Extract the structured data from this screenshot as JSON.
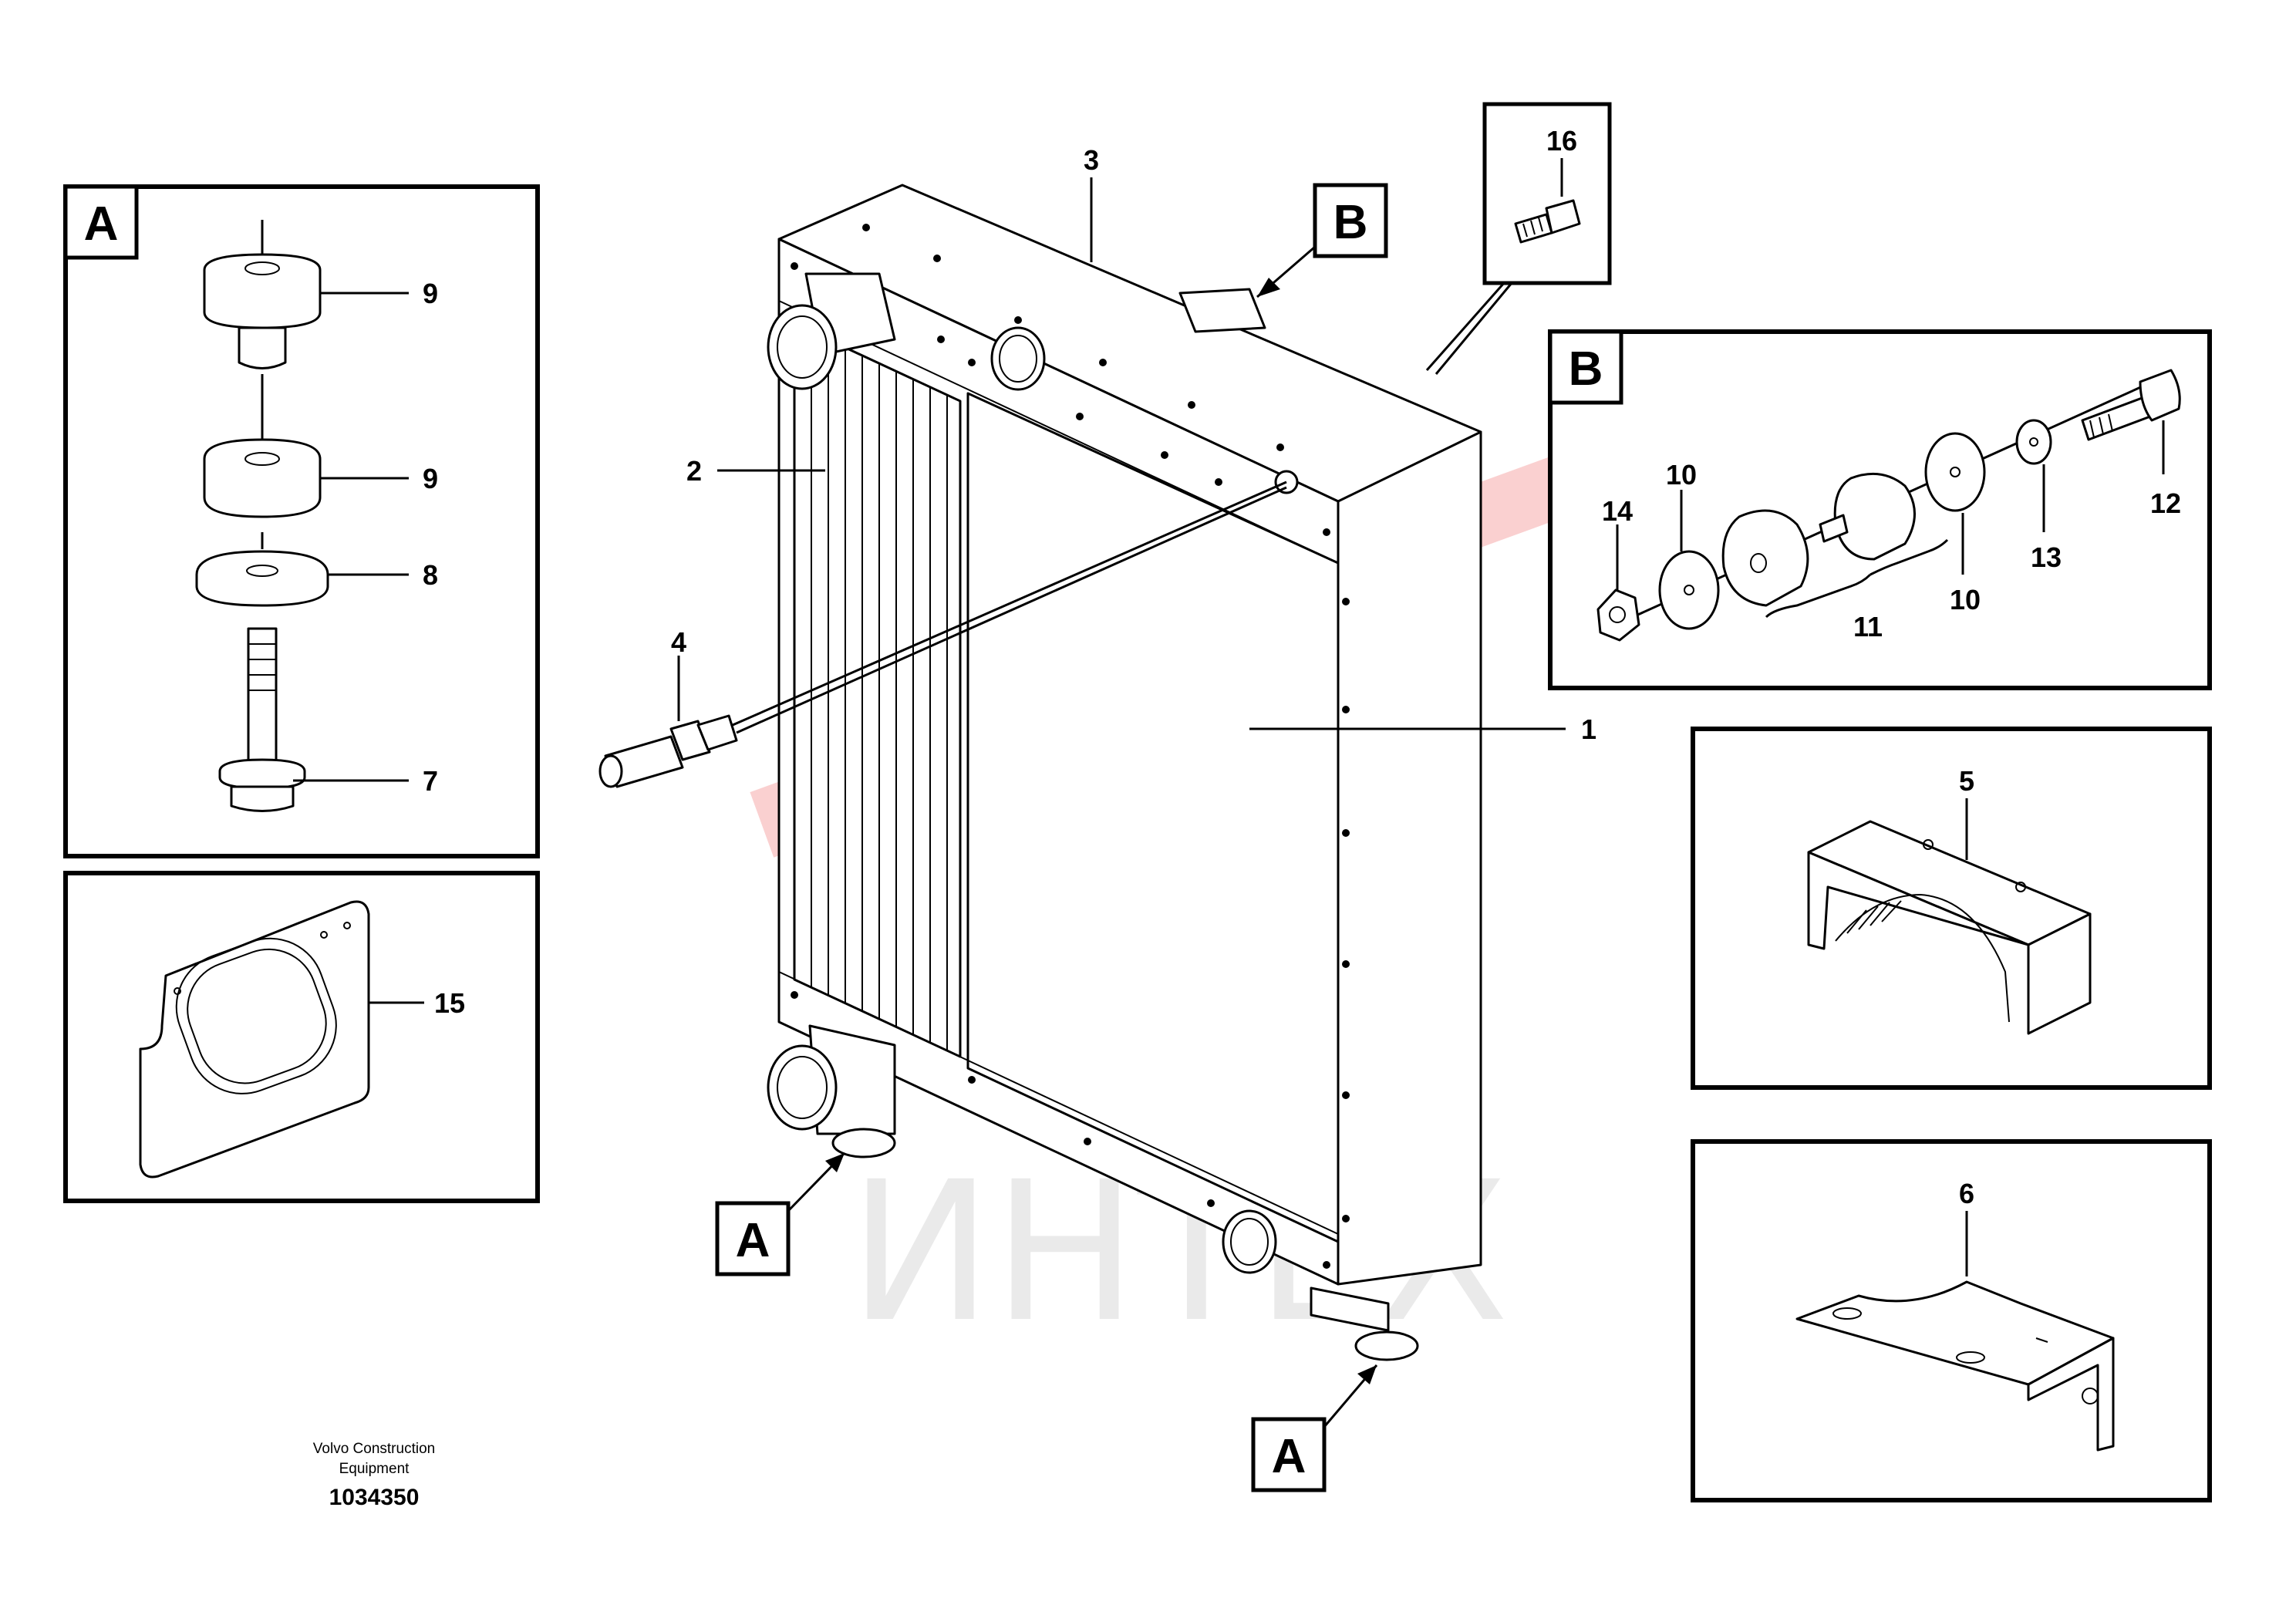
{
  "detail_tags": {
    "a": "A",
    "b": "B"
  },
  "callouts": {
    "n1": "1",
    "n2": "2",
    "n3": "3",
    "n4": "4",
    "n5": "5",
    "n6": "6",
    "n7": "7",
    "n8": "8",
    "n9a": "9",
    "n9b": "9",
    "n10a": "10",
    "n10b": "10",
    "n11": "11",
    "n12": "12",
    "n13": "13",
    "n14": "14",
    "n15": "15",
    "n16": "16"
  },
  "footer": {
    "company_line1": "Volvo Construction",
    "company_line2": "Equipment",
    "drawing_number": "1034350"
  },
  "watermark": {
    "text": "ИНТЕХ"
  }
}
